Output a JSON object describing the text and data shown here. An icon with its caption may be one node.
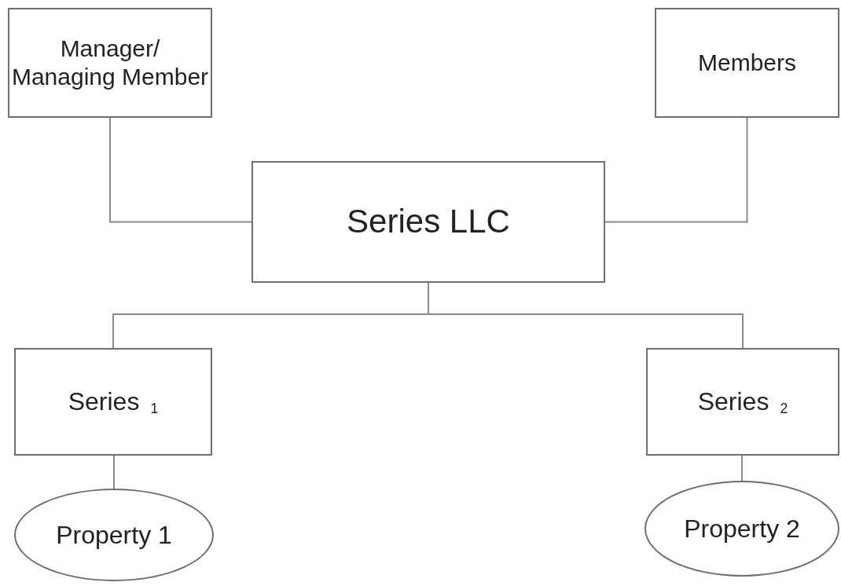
{
  "diagram": {
    "nodes": [
      {
        "text": [
          "Manager/ Managing Member"
        ]
      },
      {
        "text": [
          "Members"
        ]
      },
      {
        "text": [
          "Series LLC"
        ]
      },
      {
        "text": [
          "Series $_{1}$"
        ]
      },
      {
        "text": [
          "Series $_{2}$"
        ]
      },
      {
        "text": [
          "Property 1"
        ]
      },
      {
        "text": [
          "Property 2"
        ]
      }
    ],
    "edges": [
      {
        "from": 0,
        "to": 2,
        "arrow": "none"
      },
      {
        "from": 1,
        "to": 2,
        "arrow": "none"
      },
      {
        "from": 2,
        "to": 3,
        "arrow": "none"
      },
      {
        "from": 2,
        "to": 4,
        "arrow": "none"
      },
      {
        "from": 3,
        "to": 5,
        "arrow": "none"
      },
      {
        "from": 4,
        "to": 6,
        "arrow": "none"
      }
    ]
  }
}
